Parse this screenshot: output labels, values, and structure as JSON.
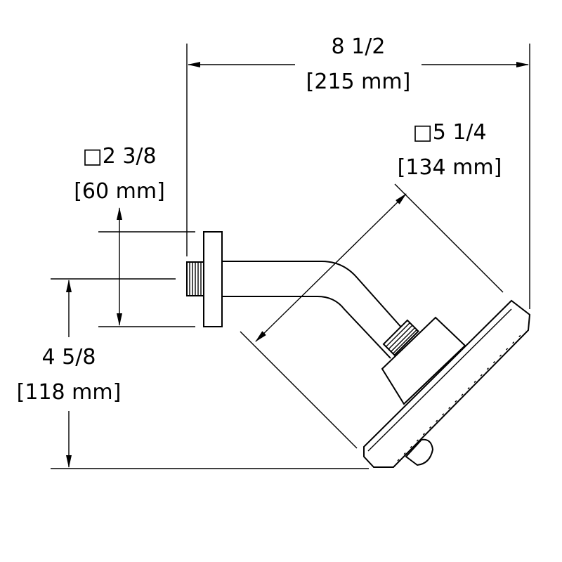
{
  "dimensions": {
    "overall_width": {
      "fraction": "8 1/2",
      "metric": "[215 mm]"
    },
    "head_square": {
      "fraction": "□5 1/4",
      "metric": "[134 mm]"
    },
    "flange_square": {
      "fraction": "□2 3/8",
      "metric": "[60 mm]"
    },
    "drop_height": {
      "fraction": "4 5/8",
      "metric": "[118 mm]"
    }
  },
  "colors": {
    "line": "#000000",
    "background": "#ffffff"
  }
}
